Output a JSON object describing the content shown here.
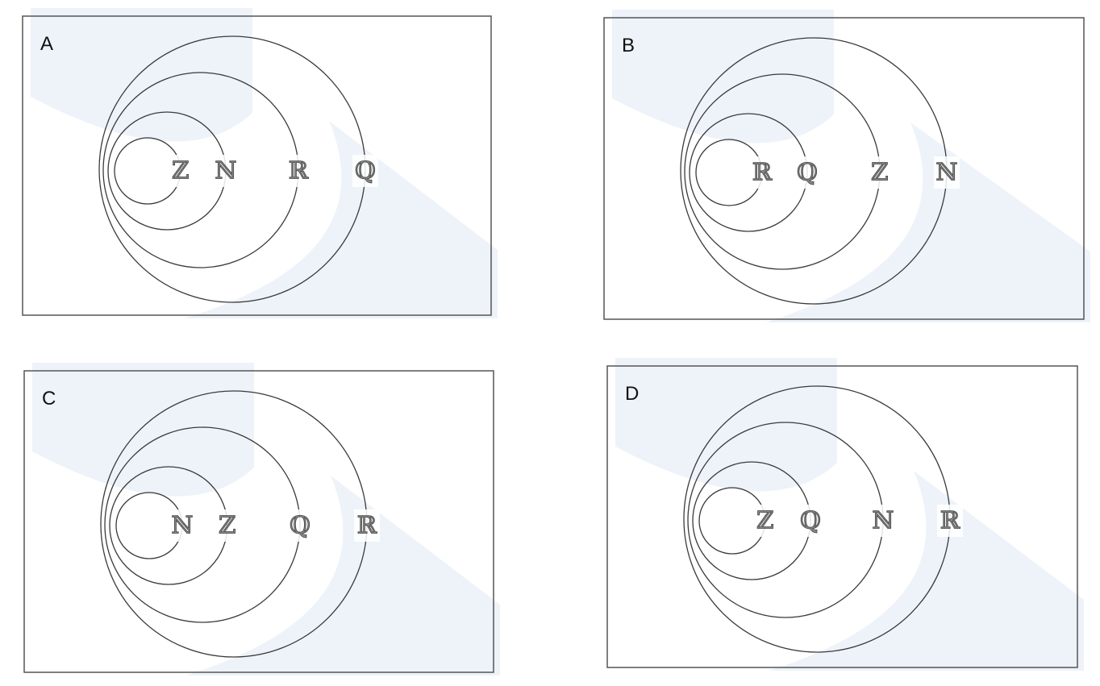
{
  "panels": [
    {
      "label": "A",
      "sets": [
        "ℤ",
        "ℕ",
        "ℝ",
        "ℚ"
      ]
    },
    {
      "label": "B",
      "sets": [
        "ℝ",
        "ℚ",
        "ℤ",
        "ℕ"
      ]
    },
    {
      "label": "C",
      "sets": [
        "ℕ",
        "ℤ",
        "ℚ",
        "ℝ"
      ]
    },
    {
      "label": "D",
      "sets": [
        "ℤ",
        "ℚ",
        "ℕ",
        "ℝ"
      ]
    }
  ],
  "colors": {
    "line": "#3a3a3a",
    "watermark": "#eef3fa"
  }
}
